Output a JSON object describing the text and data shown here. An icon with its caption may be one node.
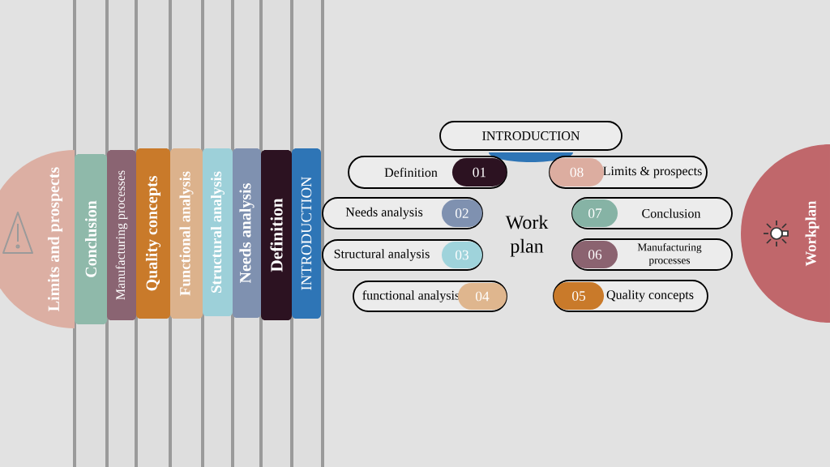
{
  "diagram": {
    "nodes": [
      {
        "text": [
          "Limits and prospects"
        ]
      },
      {
        "text": [
          "Conclusion"
        ]
      },
      {
        "text": [
          "Manufacturing processes"
        ]
      },
      {
        "text": [
          "Quality concepts"
        ]
      },
      {
        "text": [
          "Functional analysis"
        ]
      },
      {
        "text": [
          "Structural analysis"
        ]
      },
      {
        "text": [
          "Needs analysis"
        ]
      },
      {
        "text": [
          "Definition"
        ]
      },
      {
        "text": [
          "INTRODUCTION"
        ]
      },
      {
        "text": [
          "INTRODUCTION"
        ]
      },
      {
        "text": [
          "Definition"
        ]
      },
      {
        "text": [
          "01"
        ],
        "in": 10
      },
      {
        "text": [
          "Needs analysis"
        ]
      },
      {
        "text": [
          "02"
        ],
        "in": 12
      },
      {
        "text": [
          "Structural analysis"
        ]
      },
      {
        "text": [
          "03"
        ],
        "in": 14
      },
      {
        "text": [
          "functional analysis"
        ]
      },
      {
        "text": [
          "04"
        ],
        "in": 16
      },
      {
        "text": [
          "Limits & prospects"
        ]
      },
      {
        "text": [
          "08"
        ],
        "in": 18
      },
      {
        "text": [
          "Conclusion"
        ]
      },
      {
        "text": [
          "07"
        ],
        "in": 20
      },
      {
        "text": [
          "Manufacturing processes"
        ]
      },
      {
        "text": [
          "06"
        ],
        "in": 22
      },
      {
        "text": [
          "Quality concepts"
        ]
      },
      {
        "text": [
          "05"
        ],
        "in": 24
      },
      {
        "text": [
          "Workplan"
        ]
      }
    ],
    "labels": [
      "Work plan"
    ]
  }
}
